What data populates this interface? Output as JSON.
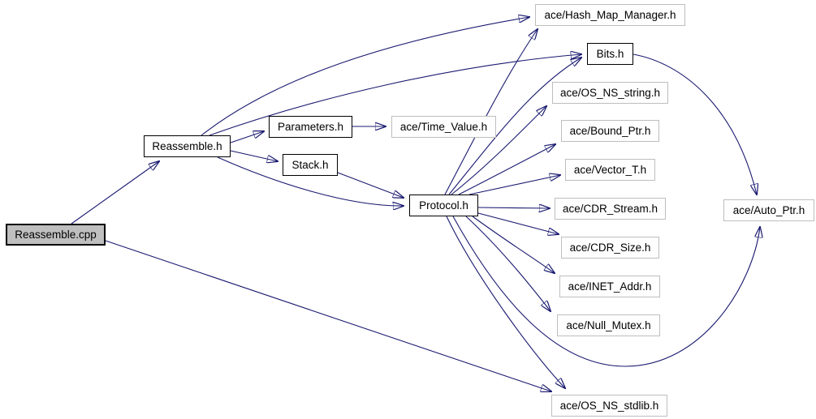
{
  "diagram": {
    "type": "include-dependency-graph",
    "edge_color": "#191970",
    "project_node_border": "#000000",
    "external_node_border": "#bebebe",
    "current_node_fill": "#bfbfbf",
    "node_fill": "#fefefe",
    "nodes": {
      "reassemble_cpp": {
        "label": "Reassemble.cpp"
      },
      "reassemble_h": {
        "label": "Reassemble.h"
      },
      "parameters_h": {
        "label": "Parameters.h"
      },
      "stack_h": {
        "label": "Stack.h"
      },
      "time_value_h": {
        "label": "ace/Time_Value.h"
      },
      "protocol_h": {
        "label": "Protocol.h"
      },
      "hash_map_manager_h": {
        "label": "ace/Hash_Map_Manager.h"
      },
      "bits_h": {
        "label": "Bits.h"
      },
      "os_ns_string_h": {
        "label": "ace/OS_NS_string.h"
      },
      "bound_ptr_h": {
        "label": "ace/Bound_Ptr.h"
      },
      "vector_t_h": {
        "label": "ace/Vector_T.h"
      },
      "cdr_stream_h": {
        "label": "ace/CDR_Stream.h"
      },
      "cdr_size_h": {
        "label": "ace/CDR_Size.h"
      },
      "inet_addr_h": {
        "label": "ace/INET_Addr.h"
      },
      "null_mutex_h": {
        "label": "ace/Null_Mutex.h"
      },
      "auto_ptr_h": {
        "label": "ace/Auto_Ptr.h"
      },
      "os_ns_stdlib_h": {
        "label": "ace/OS_NS_stdlib.h"
      }
    },
    "edges": [
      {
        "from": "Reassemble.cpp",
        "to": "Reassemble.h"
      },
      {
        "from": "Reassemble.cpp",
        "to": "ace/OS_NS_stdlib.h"
      },
      {
        "from": "Reassemble.h",
        "to": "Parameters.h"
      },
      {
        "from": "Reassemble.h",
        "to": "Stack.h"
      },
      {
        "from": "Reassemble.h",
        "to": "ace/Hash_Map_Manager.h"
      },
      {
        "from": "Reassemble.h",
        "to": "Bits.h"
      },
      {
        "from": "Reassemble.h",
        "to": "Protocol.h"
      },
      {
        "from": "Parameters.h",
        "to": "ace/Time_Value.h"
      },
      {
        "from": "Stack.h",
        "to": "Protocol.h"
      },
      {
        "from": "Protocol.h",
        "to": "ace/Hash_Map_Manager.h"
      },
      {
        "from": "Protocol.h",
        "to": "Bits.h"
      },
      {
        "from": "Protocol.h",
        "to": "ace/OS_NS_string.h"
      },
      {
        "from": "Protocol.h",
        "to": "ace/Bound_Ptr.h"
      },
      {
        "from": "Protocol.h",
        "to": "ace/Vector_T.h"
      },
      {
        "from": "Protocol.h",
        "to": "ace/CDR_Stream.h"
      },
      {
        "from": "Protocol.h",
        "to": "ace/CDR_Size.h"
      },
      {
        "from": "Protocol.h",
        "to": "ace/INET_Addr.h"
      },
      {
        "from": "Protocol.h",
        "to": "ace/Null_Mutex.h"
      },
      {
        "from": "Protocol.h",
        "to": "ace/OS_NS_stdlib.h"
      },
      {
        "from": "Protocol.h",
        "to": "ace/Auto_Ptr.h"
      },
      {
        "from": "Bits.h",
        "to": "ace/Auto_Ptr.h"
      }
    ]
  }
}
